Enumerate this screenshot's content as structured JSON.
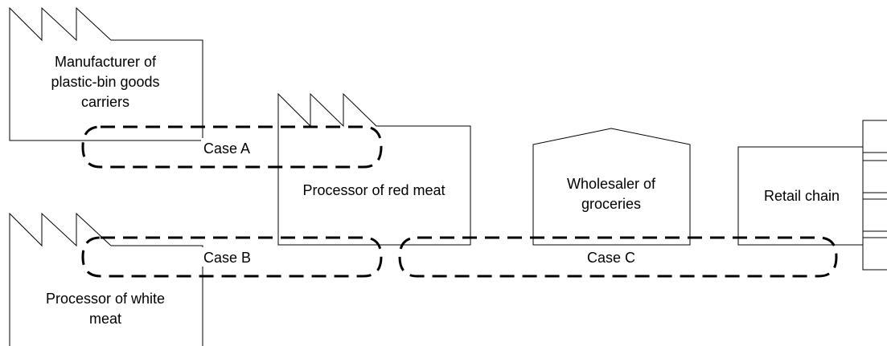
{
  "diagram": {
    "nodes": {
      "manufacturer": {
        "line1": "Manufacturer of",
        "line2": "plastic-bin goods",
        "line3": "carriers"
      },
      "red_meat": {
        "line1": "Processor of red meat"
      },
      "white_meat": {
        "line1": "Processor of white",
        "line2": "meat"
      },
      "wholesaler": {
        "line1": "Wholesaler of",
        "line2": "groceries"
      },
      "retail": {
        "line1": "Retail chain"
      }
    },
    "cases": {
      "a": "Case A",
      "b": "Case B",
      "c": "Case C"
    }
  }
}
